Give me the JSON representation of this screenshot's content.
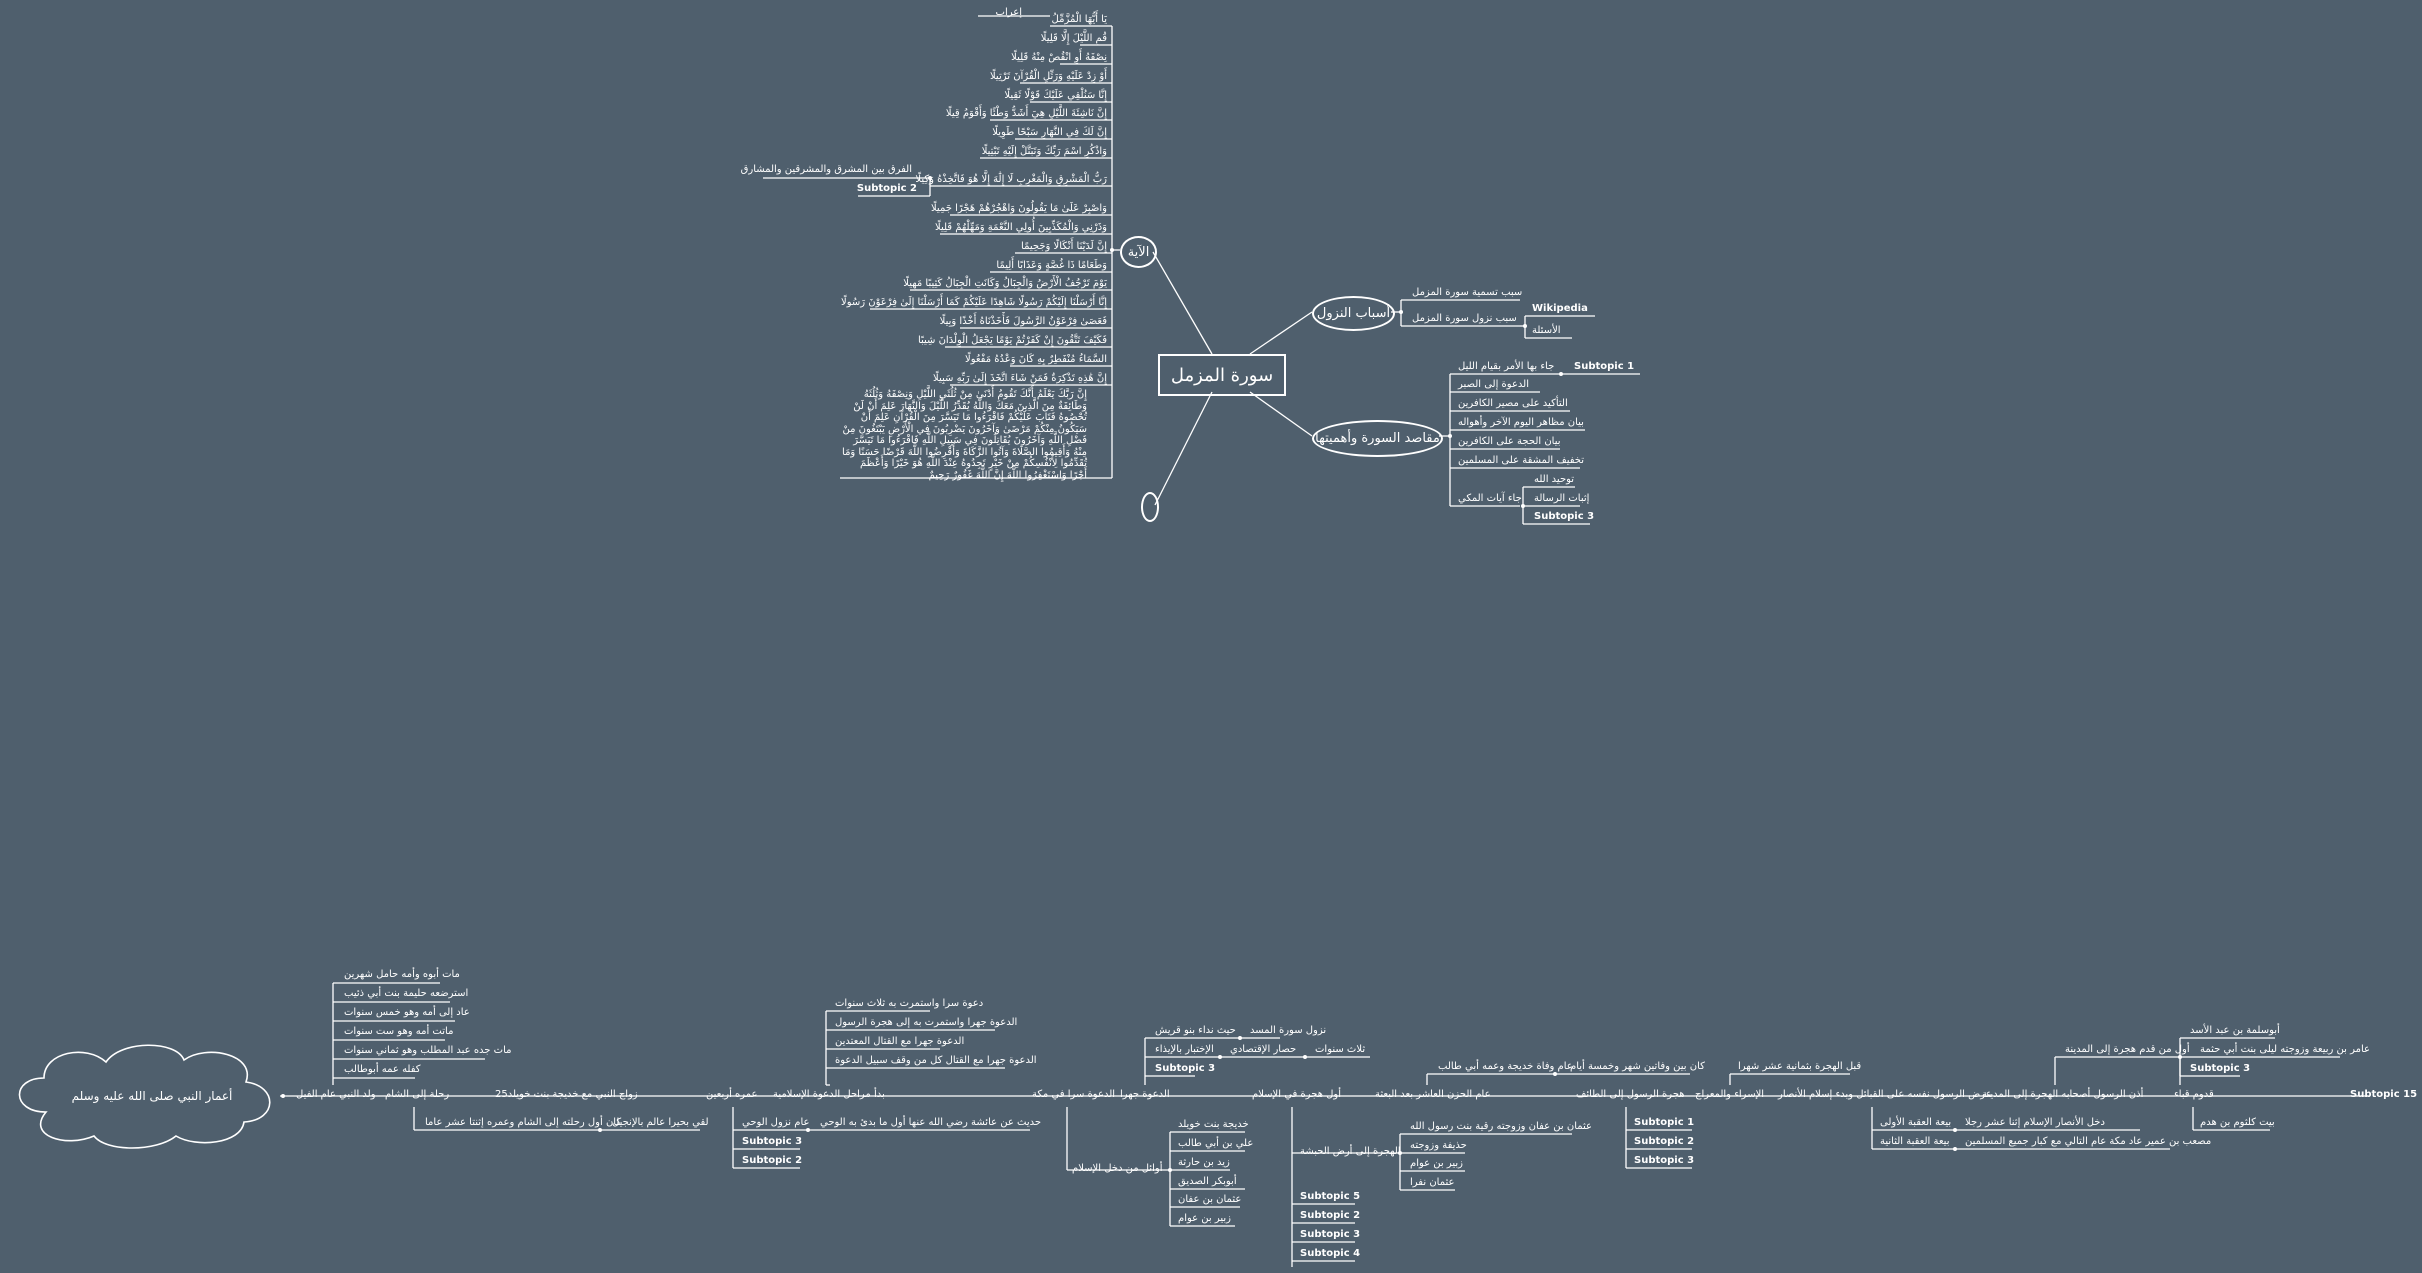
{
  "central": "سورة المزمل",
  "branches": {
    "asbab": "أسباب النزول",
    "maqasid": "مقاصد السورة وأهميتها",
    "ayah": "الآية",
    "empty": ""
  },
  "asbab_items": {
    "name_reason": "سبب تسمية سورة المزمل",
    "revelation_reason": "سبب نزول سورة المزمل",
    "wikipedia": "Wikipedia",
    "questions": "الأسئلة"
  },
  "maqasid_items": {
    "night_prayer": "جاء بها الأمر بقيام الليل",
    "subtopic1": "Subtopic 1",
    "patience": "الدعوة إلى الصبر",
    "disbelievers_fate": "التأكيد على مصير الكافرين",
    "last_day": "بيان مظاهر اليوم الآخر وأهواله",
    "proof": "بيان الحجة على الكافرين",
    "ease": "تخفيف المشقة على المسلمين",
    "meccan": "جاء آيات المكي",
    "tawheed": "توحيد الله",
    "risalah": "إثبات الرسالة",
    "subtopic3": "Subtopic 3"
  },
  "ayah_items": [
    "يَا أَيُّهَا الْمُزَّمِّلُ",
    "قُمِ اللَّيْلَ إِلَّا قَلِيلًا",
    "نِصْفَهُ أَوِ انْقُصْ مِنْهُ قَلِيلًا",
    "أَوْ زِدْ عَلَيْهِ وَرَتِّلِ الْقُرْآنَ تَرْتِيلًا",
    "إِنَّا سَنُلْقِي عَلَيْكَ قَوْلًا ثَقِيلًا",
    "إِنَّ نَاشِئَةَ اللَّيْلِ هِيَ أَشَدُّ وَطْئًا وَأَقْوَمُ قِيلًا",
    "إِنَّ لَكَ فِي النَّهَارِ سَبْحًا طَوِيلًا",
    "وَاذْكُرِ اسْمَ رَبِّكَ وَتَبَتَّلْ إِلَيْهِ تَبْتِيلًا",
    "رَبُّ الْمَشْرِقِ وَالْمَغْرِبِ لَا إِلَٰهَ إِلَّا هُوَ فَاتَّخِذْهُ وَكِيلًا",
    "وَاصْبِرْ عَلَىٰ مَا يَقُولُونَ وَاهْجُرْهُمْ هَجْرًا جَمِيلًا",
    "وَذَرْنِي وَالْمُكَذِّبِينَ أُولِي النَّعْمَةِ وَمَهِّلْهُمْ قَلِيلًا",
    "إِنَّ لَدَيْنَا أَنْكَالًا وَجَحِيمًا",
    "وَطَعَامًا ذَا غُصَّةٍ وَعَذَابًا أَلِيمًا",
    "يَوْمَ تَرْجُفُ الْأَرْضُ وَالْجِبَالُ وَكَانَتِ الْجِبَالُ كَثِيبًا مَهِيلًا",
    "إِنَّا أَرْسَلْنَا إِلَيْكُمْ رَسُولًا شَاهِدًا عَلَيْكُمْ كَمَا أَرْسَلْنَا إِلَىٰ فِرْعَوْنَ رَسُولًا",
    "فَعَصَىٰ فِرْعَوْنُ الرَّسُولَ فَأَخَذْنَاهُ أَخْذًا وَبِيلًا",
    "فَكَيْفَ تَتَّقُونَ إِنْ كَفَرْتُمْ يَوْمًا يَجْعَلُ الْوِلْدَانَ شِيبًا",
    "السَّمَاءُ مُنْفَطِرٌ بِهِ كَانَ وَعْدُهُ مَفْعُولًا",
    "إِنَّ هَٰذِهِ تَذْكِرَةٌ فَمَنْ شَاءَ اتَّخَذَ إِلَىٰ رَبِّهِ سَبِيلًا"
  ],
  "ayah_extra": {
    "irab": "إعراب",
    "mashriq_note": "الفرق بين المشرق والمشرقين والمشارق",
    "subtopic2": "Subtopic 2",
    "last_ayah": "إِنَّ رَبَّكَ يَعْلَمُ أَنَّكَ تَقُومُ أَدْنَىٰ مِنْ ثُلُثَيِ اللَّيْلِ وَنِصْفَهُ وَثُلُثَهُ وَطَائِفَةٌ مِنَ الَّذِينَ مَعَكَ وَاللَّهُ يُقَدِّرُ اللَّيْلَ وَالنَّهَارَ عَلِمَ أَنْ لَنْ تُحْصُوهُ فَتَابَ عَلَيْكُمْ فَاقْرَءُوا مَا تَيَسَّرَ مِنَ الْقُرْآنِ عَلِمَ أَنْ سَيَكُونُ مِنْكُمْ مَرْضَىٰ وَآخَرُونَ يَضْرِبُونَ فِي الْأَرْضِ يَبْتَغُونَ مِنْ فَضْلِ اللَّهِ وَآخَرُونَ يُقَاتِلُونَ فِي سَبِيلِ اللَّهِ فَاقْرَءُوا مَا تَيَسَّرَ مِنْهُ وَأَقِيمُوا الصَّلَاةَ وَآتُوا الزَّكَاةَ وَأَقْرِضُوا اللَّهَ قَرْضًا حَسَنًا وَمَا تُقَدِّمُوا لِأَنْفُسِكُمْ مِنْ خَيْرٍ تَجِدُوهُ عِنْدَ اللَّهِ هُوَ خَيْرًا وَأَعْظَمَ أَجْرًا وَاسْتَغْفِرُوا اللَّهَ إِنَّ اللَّهَ غَفُورٌ رَحِيمٌ"
  },
  "timeline": {
    "root": "أعمار النبي صلى الله عليه وسلم",
    "birth": "ولد النبي عام الفيل",
    "birth_subs": [
      "مات أبوه وأمه حامل شهرين",
      "استرضعه حليمة بنت أبي ذئيب",
      "عاد إلى أمه وهو خمس سنوات",
      "ماتت أمه وهو ست سنوات",
      "مات جده عبد المطلب وهو ثماني سنوات",
      "كفله عمه أبوطالب"
    ],
    "sham": "رحلة إلى الشام",
    "sham_sub1": "كان أول رحلته إلى الشام وعمره إثنتا عشر عاما",
    "sham_sub2": "لقي بحيرا عالم بالإنجيل",
    "marriage": "زواج النبي مع خديجة بنت خويلد25",
    "forty": "عمره أربعين",
    "forty_subs": {
      "revelation": "عام نزول الوحي",
      "aisha": "حديث عن عائشة رضي الله عنها أول ما بدئ به الوحي",
      "subtopic3": "Subtopic 3",
      "subtopic2": "Subtopic 2"
    },
    "stages": "بدأ مراحل الدعوة الإسلامية",
    "stages_subs": [
      "دعوة سرا واستمرت به ثلاث سنوات",
      "الدعوة جهرا واستمرت به إلى هجرة الرسول",
      "الدعوة جهرا مع القتال المعتدين",
      "الدعوة جهرا مع القتال كل من وقف سبيل الدعوة"
    ],
    "secret": "الدعوة سرا في مكة",
    "first_muslims": "أوائل من دخل الإسلام",
    "first_muslims_list": [
      "خديجة بنت خويلد",
      "علي بن أبي طالب",
      "زيد بن حارثة",
      "أبوبكر الصديق",
      "عثمان بن عفان",
      "زبير بن عوام"
    ],
    "public": "الدعوة جهرا",
    "public_subs": {
      "masad": "نزول سورة المسد",
      "quraysh_call": "حيث نداء بنو قريش",
      "boycott": "الإختبار بالإيذاء",
      "economic": "حصار الإقتصادي",
      "three_years": "ثلاث سنوات",
      "subtopic3": "Subtopic 3"
    },
    "abyssinia_first": "أول هجرة في الإسلام",
    "abyssinia": "الهجرة إلى أرض الحبشة",
    "abyssinia_list": [
      "عثمان بن عفان وزوجته رقية بنت رسول الله",
      "حذيفة وزوجته",
      "زبير بن عوام",
      "عثمان نفرا"
    ],
    "abyssinia_subtopics": [
      "Subtopic 5",
      "Subtopic 2",
      "Subtopic 3",
      "Subtopic 4"
    ],
    "grief": "عام الحزن العاشر بعد البعثة",
    "grief_subs": {
      "died": "عام وفاة خديجة وعمه أبي طالب",
      "months": "كان بين وفاتين شهر وخمسة أيام"
    },
    "taif": "هجرة الرسول إلى الطائف",
    "taif_subs": [
      "Subtopic 1",
      "Subtopic 2",
      "Subtopic 3"
    ],
    "isra": "الإسراء والمعراج",
    "isra_sub": "قبل الهجرة بثمانية عشر شهرا",
    "tribes": "عرض الرسول نفسه على القبائل وبدء إسلام الأنصار",
    "aqaba": {
      "first": "بيعة العقبة الأولى",
      "first_desc": "دخل الأنصار الإسلام إثنا عشر رجلا",
      "second": "بيعة العقبة الثانية",
      "second_desc": "مصعب بن عمير عاد مكة عام التالي مع كبار جميع المسلمين"
    },
    "hijrah_permit": "أذن الرسول أصحابه الهجرة إلى المدينة",
    "hijrah_first": "أول من قدم هجرة إلى المدينة",
    "hijrah_first_desc": "عامر بن ربيعة وزوجته ليلى بنت أبي حثمة",
    "quba": "قدوم قباء",
    "quba_subs": {
      "abu_salama": "أبوسلمة بن عبد الأسد",
      "subtopic3": "Subtopic 3",
      "kulthum": "بيت كلثوم بن هدم"
    },
    "subtopic15": "Subtopic 15"
  }
}
